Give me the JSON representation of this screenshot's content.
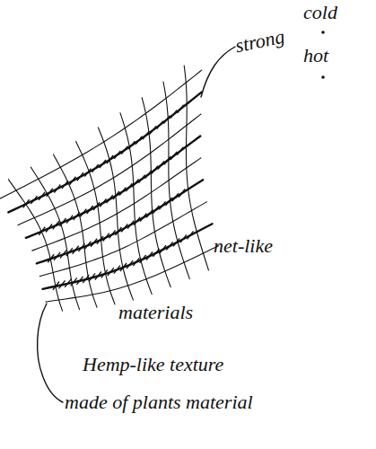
{
  "diagram": {
    "labels": [
      "cold",
      "hot",
      "strong",
      "net-like",
      "materials",
      "Hemp-like texture",
      "made of plants material"
    ]
  }
}
